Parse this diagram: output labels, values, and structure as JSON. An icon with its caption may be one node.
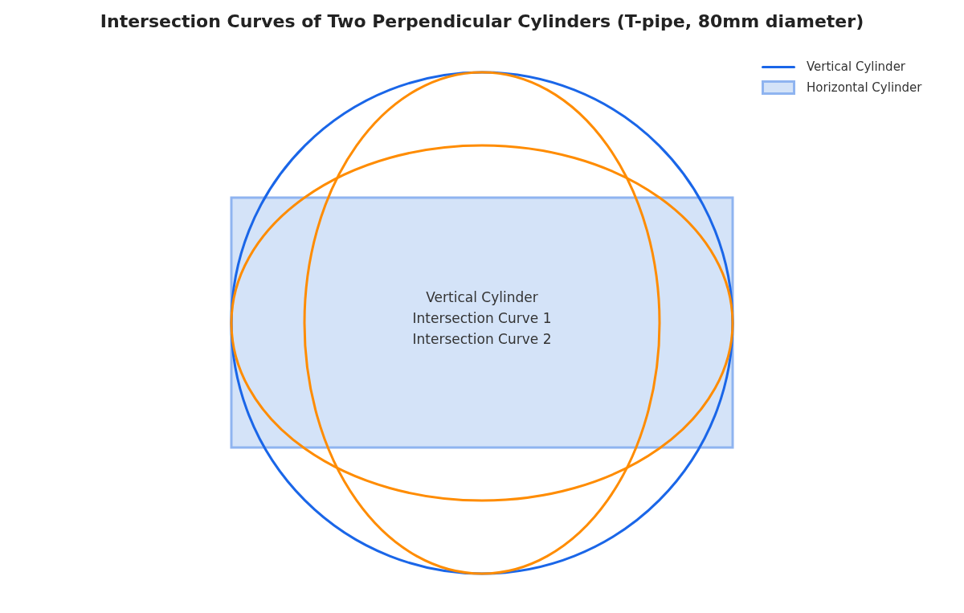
{
  "diagram": {
    "title": "Intersection Curves of Two Perpendicular Cylinders (T-pipe, 80mm diameter)",
    "labels": [
      "Vertical Cylinder",
      "Intersection Curve 1",
      "Intersection Curve 2"
    ],
    "legend": [
      {
        "text": "Vertical Cylinder"
      },
      {
        "text": "Horizontal Cylinder",
        "color": "#d4e3f8"
      }
    ]
  }
}
